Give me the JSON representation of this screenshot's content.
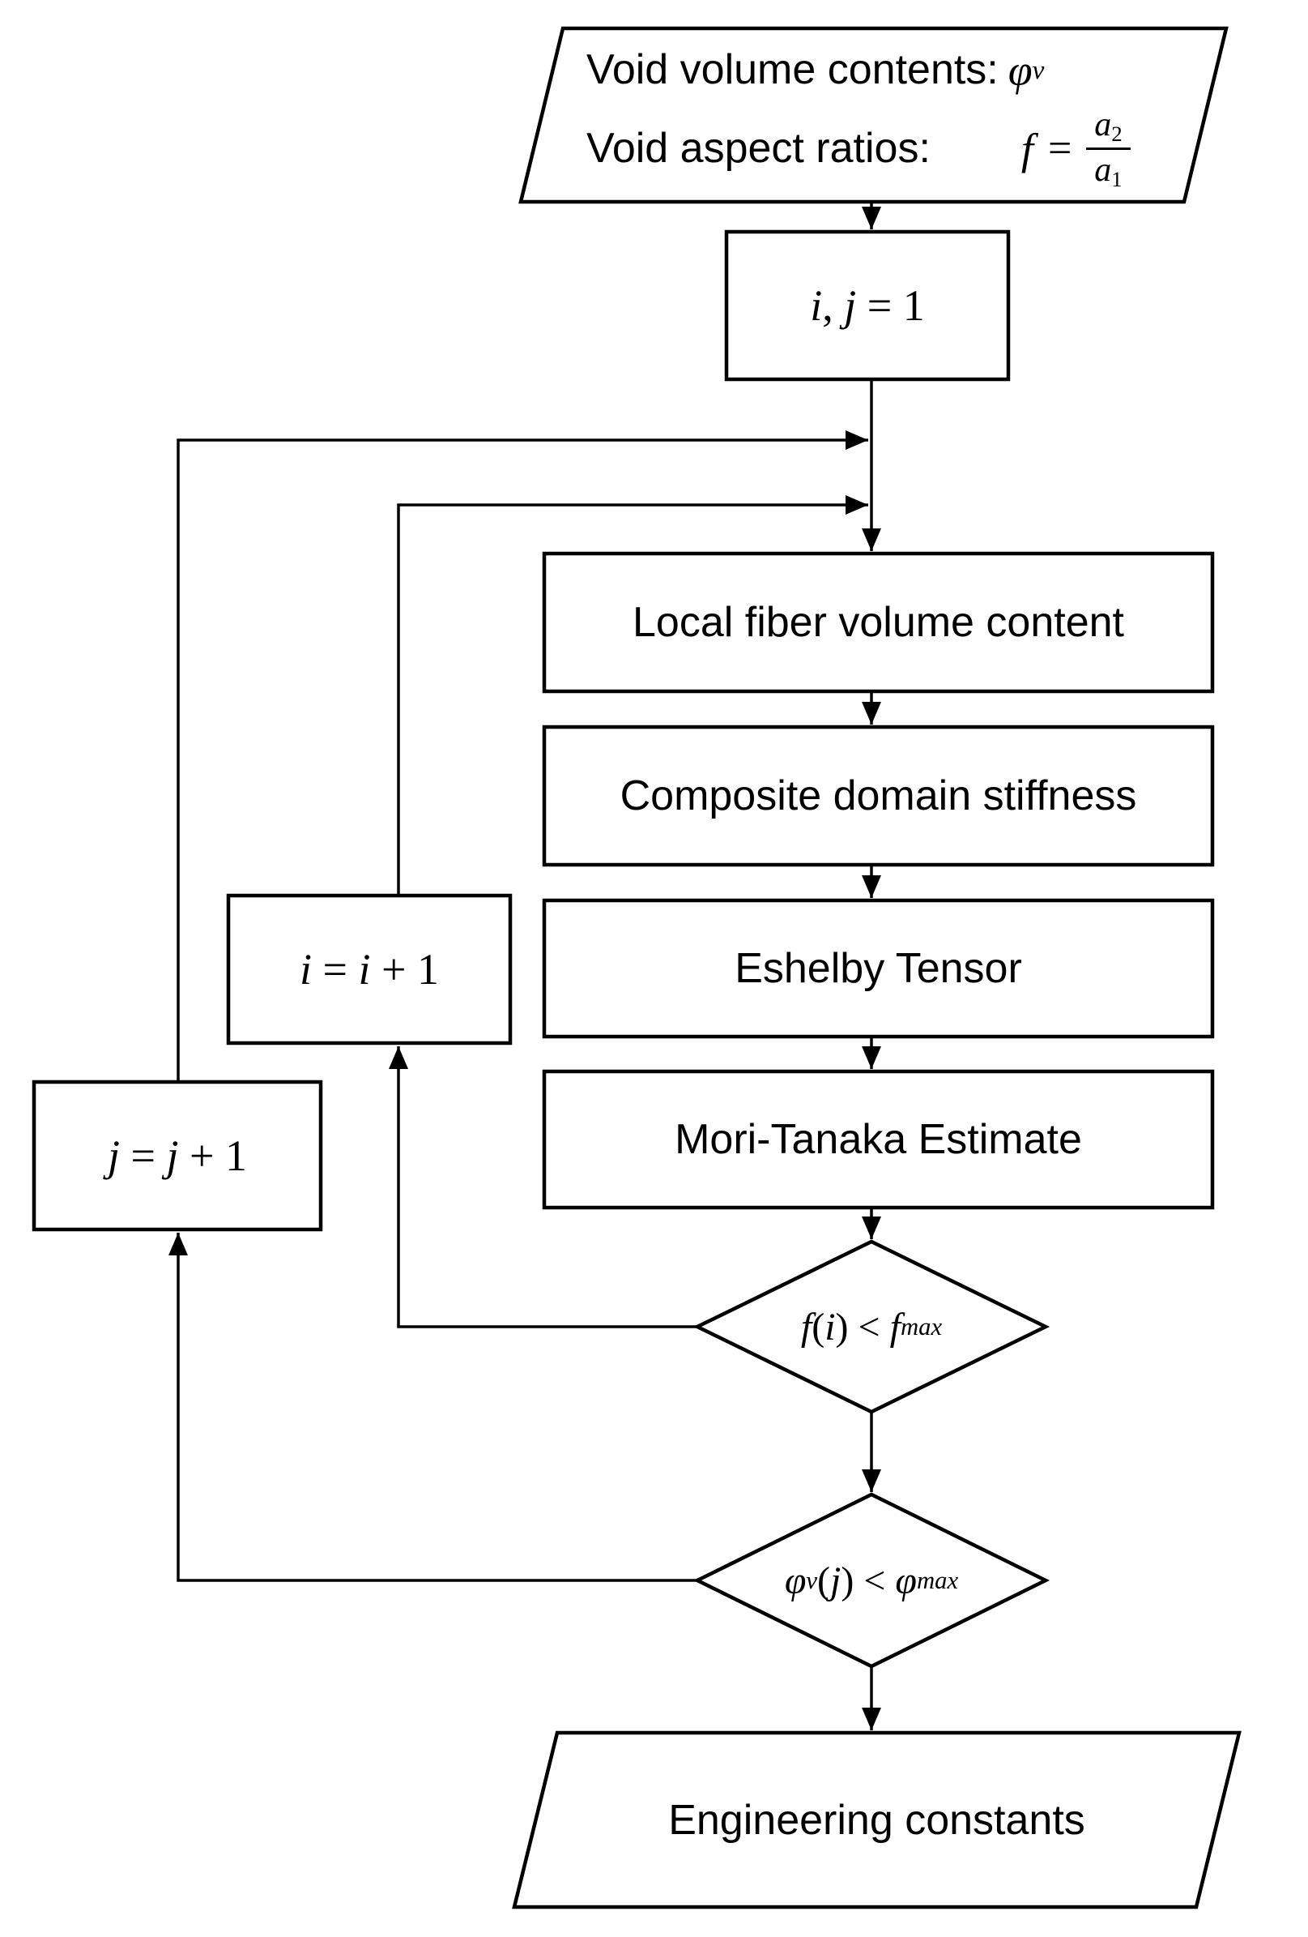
{
  "colors": {
    "background": "#ffffff",
    "shape_fill": "#ffffff",
    "stroke": "#000000"
  },
  "nodes": {
    "input": {
      "row1_label": "Void volume contents:",
      "row1_phi": "φ",
      "row1_phi_sub": "v",
      "row2_label": "Void aspect ratios:",
      "row2_f": "f",
      "row2_equals": "=",
      "row2_frac_num": "a",
      "row2_frac_num_sub": "2",
      "row2_frac_den": "a",
      "row2_frac_den_sub": "1"
    },
    "init": {
      "var_i": "i",
      "comma": ", ",
      "var_j": "j",
      "equals_value": " = 1"
    },
    "local_fiber": {
      "label": "Local fiber volume content"
    },
    "composite_stiffness": {
      "label": "Composite domain stiffness"
    },
    "eshelby": {
      "label": "Eshelby Tensor"
    },
    "mori_tanaka": {
      "label": "Mori-Tanaka Estimate"
    },
    "increment_i": {
      "lhs": "i",
      "equals": " = ",
      "rhs": "i",
      "plus": " + 1"
    },
    "increment_j": {
      "lhs": "j",
      "equals": " = ",
      "rhs": "j",
      "plus": " + 1"
    },
    "decision_f": {
      "func": "f",
      "open": "(",
      "arg": "i",
      "close": ")",
      "op": " < ",
      "bound": "f",
      "bound_sub": "max"
    },
    "decision_phi": {
      "func": "φ",
      "func_sub": "v",
      "open": "(",
      "arg": "j",
      "close": ")",
      "op": " < ",
      "bound": "φ",
      "bound_sub": "max"
    },
    "output": {
      "label": "Engineering constants"
    }
  }
}
